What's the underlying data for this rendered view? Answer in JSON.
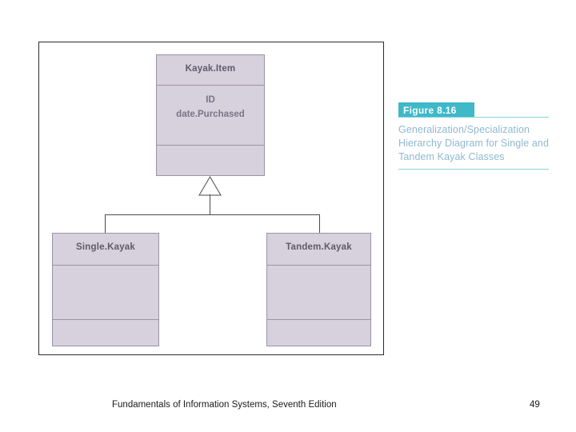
{
  "slide": {
    "background_color": "#ffffff"
  },
  "diagram": {
    "frame_border_color": "#2b2b2b",
    "class_fill_color": "#d7d0dd",
    "class_border_color": "#9a93a6",
    "connector_color": "#4a4a4a",
    "classes": [
      {
        "id": "kayakitem",
        "name": "Kayak.Item",
        "attributes": "ID\ndate.Purchased",
        "attributes_lines": [
          "ID",
          "date.Purchased"
        ],
        "operations": ""
      },
      {
        "id": "singlekayak",
        "name": "Single.Kayak",
        "attributes": "",
        "operations": ""
      },
      {
        "id": "tandemkayak",
        "name": "Tandem.Kayak",
        "attributes": "",
        "operations": ""
      }
    ],
    "relationship": {
      "type": "generalization",
      "parent": "Kayak.Item",
      "children": [
        "Single.Kayak",
        "Tandem.Kayak"
      ]
    }
  },
  "figure": {
    "number": "Figure 8.16",
    "caption": "Generalization/Specialization Hierarchy Diagram for Single and Tandem Kayak Classes",
    "number_bar_color": "#3fb9c8",
    "caption_text_color": "#8fb9d0"
  },
  "footer": {
    "text": "Fundamentals of Information Systems, Seventh Edition",
    "page_number": "49"
  }
}
